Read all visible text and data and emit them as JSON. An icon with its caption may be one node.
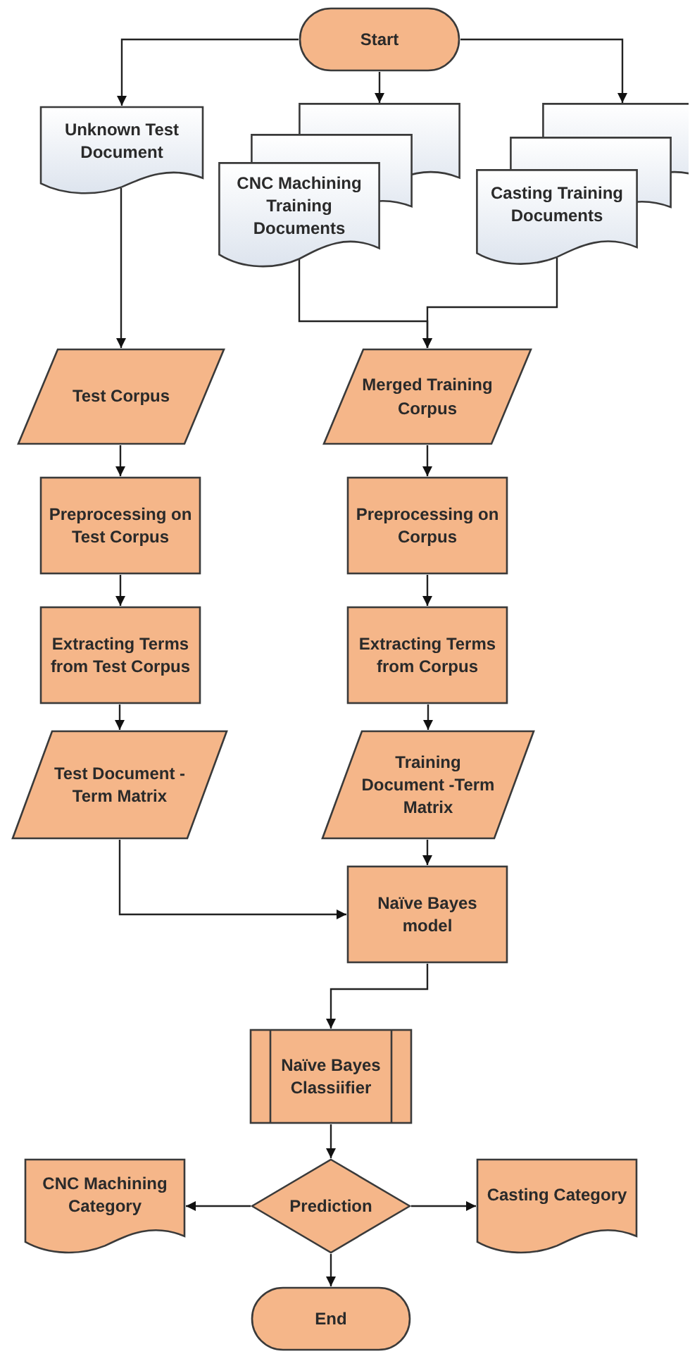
{
  "diagram": {
    "nodes": [
      {
        "text": [
          "Start"
        ]
      },
      {
        "text": [
          "Unknown Test Document"
        ]
      },
      {
        "text": [
          "CNC Machining Training Documents"
        ]
      },
      {
        "text": [
          "Casting Training Documents"
        ]
      },
      {
        "text": [
          "Test Corpus"
        ]
      },
      {
        "text": [
          "Merged Training Corpus"
        ]
      },
      {
        "text": [
          "Preprocessing on Test Corpus"
        ]
      },
      {
        "text": [
          "Preprocessing on Corpus"
        ]
      },
      {
        "text": [
          "Extracting Terms from Test Corpus"
        ]
      },
      {
        "text": [
          "Extracting Terms from Corpus"
        ]
      },
      {
        "text": [
          "Test Document -Term Matrix"
        ]
      },
      {
        "text": [
          "Training Document -Term Matrix"
        ]
      },
      {
        "text": [
          "Naïve Bayes model"
        ]
      },
      {
        "text": [
          "Naïve Bayes Classiifier"
        ]
      },
      {
        "text": [
          "Prediction"
        ]
      },
      {
        "text": [
          "CNC Machining Category"
        ]
      },
      {
        "text": [
          "Casting Category"
        ]
      },
      {
        "text": [
          "End"
        ]
      }
    ],
    "edges": [
      {
        "from": 0,
        "to": 1,
        "arrow": "to"
      },
      {
        "from": 0,
        "to": 2,
        "arrow": "to"
      },
      {
        "from": 0,
        "to": 3,
        "arrow": "to"
      },
      {
        "from": 1,
        "to": 4,
        "arrow": "to"
      },
      {
        "from": 2,
        "to": 5,
        "arrow": "to"
      },
      {
        "from": 3,
        "to": 5,
        "arrow": "to"
      },
      {
        "from": 4,
        "to": 6,
        "arrow": "to"
      },
      {
        "from": 6,
        "to": 8,
        "arrow": "to"
      },
      {
        "from": 8,
        "to": 10,
        "arrow": "to"
      },
      {
        "from": 5,
        "to": 7,
        "arrow": "to"
      },
      {
        "from": 7,
        "to": 9,
        "arrow": "to"
      },
      {
        "from": 9,
        "to": 11,
        "arrow": "to"
      },
      {
        "from": 10,
        "to": 12,
        "arrow": "to"
      },
      {
        "from": 11,
        "to": 12,
        "arrow": "to"
      },
      {
        "from": 12,
        "to": 13,
        "arrow": "to"
      },
      {
        "from": 13,
        "to": 14,
        "arrow": "to"
      },
      {
        "from": 14,
        "to": 15,
        "arrow": "to"
      },
      {
        "from": 14,
        "to": 16,
        "arrow": "to"
      },
      {
        "from": 14,
        "to": 17,
        "arrow": "to"
      }
    ]
  }
}
